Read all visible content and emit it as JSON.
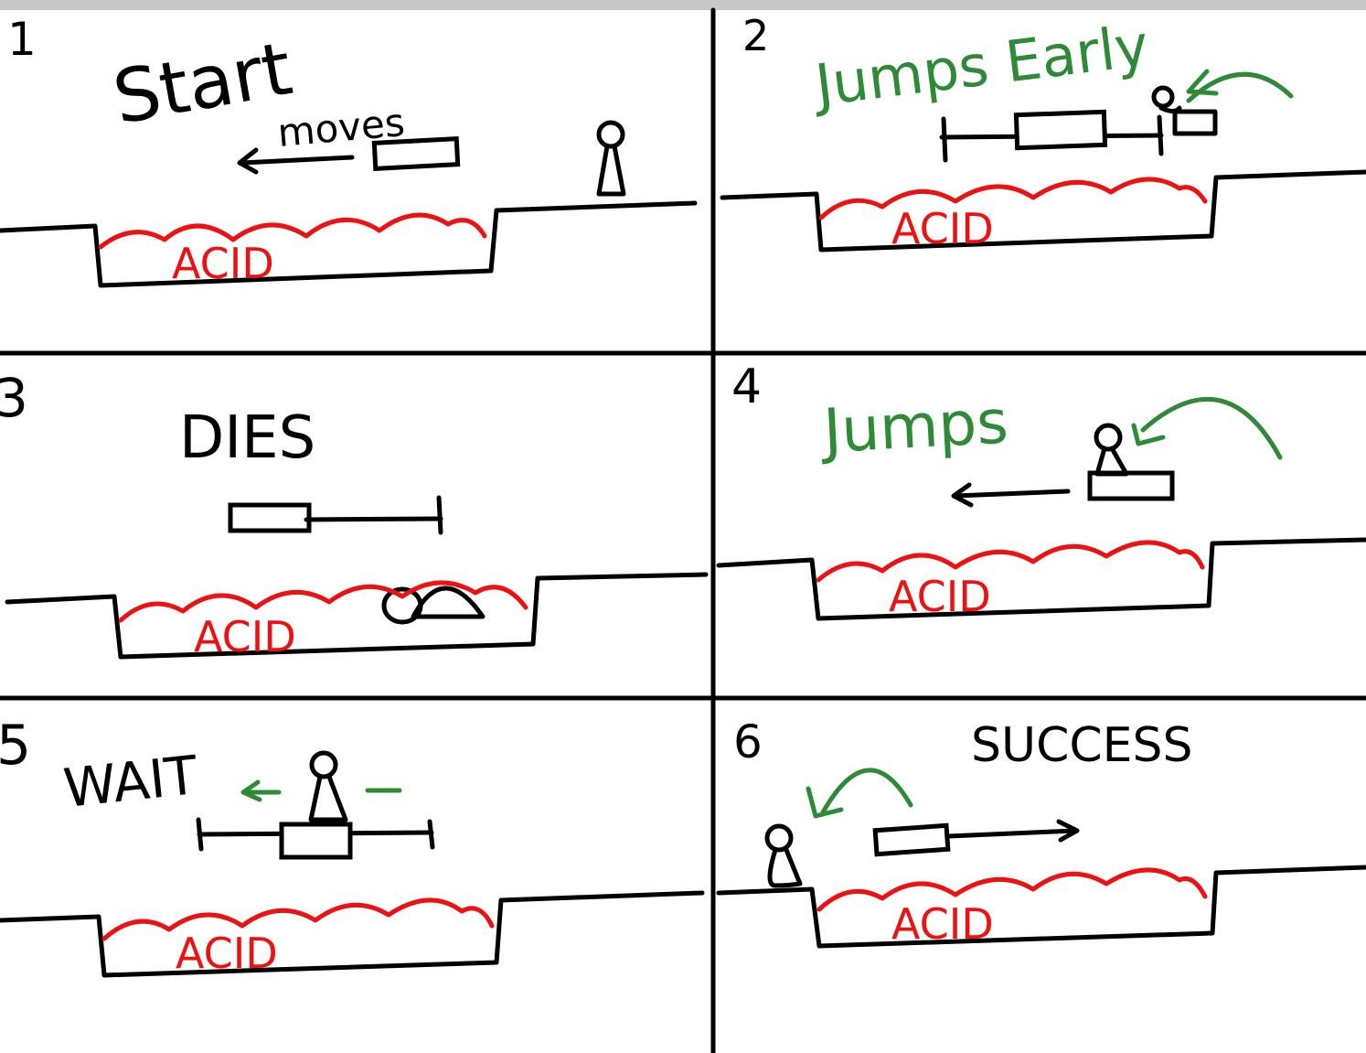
{
  "colors": {
    "ink": "#000000",
    "acid": "#ee1111",
    "green": "#2d8a36",
    "topbar": "#c8c8c8",
    "background": "#ffffff"
  },
  "panels": [
    {
      "number": "1",
      "caption": "Start",
      "caption_color": "ink",
      "sub_label": "moves",
      "acid_label": "ACID"
    },
    {
      "number": "2",
      "caption": "Jumps Early",
      "caption_color": "green",
      "sub_label": "",
      "acid_label": "ACID"
    },
    {
      "number": "3",
      "caption": "DIES",
      "caption_color": "ink",
      "sub_label": "",
      "acid_label": "ACID"
    },
    {
      "number": "4",
      "caption": "Jumps",
      "caption_color": "green",
      "sub_label": "",
      "acid_label": "ACID"
    },
    {
      "number": "5",
      "caption": "WAIT",
      "caption_color": "ink",
      "sub_label": "",
      "acid_label": "ACID"
    },
    {
      "number": "6",
      "caption": "SUCCESS",
      "caption_color": "ink",
      "sub_label": "",
      "acid_label": "ACID"
    }
  ]
}
